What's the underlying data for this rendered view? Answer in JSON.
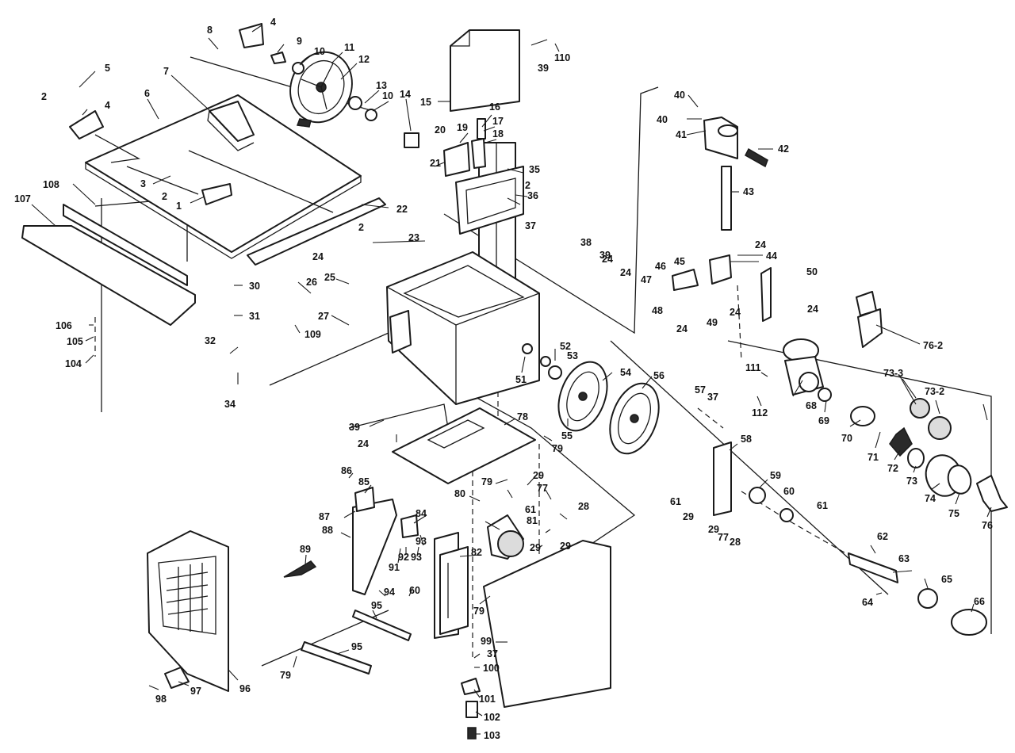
{
  "callouts": [
    {
      "id": "p1",
      "text": "1"
    },
    {
      "id": "p2a",
      "text": "2"
    },
    {
      "id": "p2b",
      "text": "2"
    },
    {
      "id": "p2c",
      "text": "2"
    },
    {
      "id": "p2d",
      "text": "2"
    },
    {
      "id": "p3",
      "text": "3"
    },
    {
      "id": "p4a",
      "text": "4"
    },
    {
      "id": "p4b",
      "text": "4"
    },
    {
      "id": "p5",
      "text": "5"
    },
    {
      "id": "p6",
      "text": "6"
    },
    {
      "id": "p7",
      "text": "7"
    },
    {
      "id": "p8",
      "text": "8"
    },
    {
      "id": "p9",
      "text": "9"
    },
    {
      "id": "p10a",
      "text": "10"
    },
    {
      "id": "p10b",
      "text": "10"
    },
    {
      "id": "p11",
      "text": "11"
    },
    {
      "id": "p12",
      "text": "12"
    },
    {
      "id": "p13",
      "text": "13"
    },
    {
      "id": "p14",
      "text": "14"
    },
    {
      "id": "p15",
      "text": "15"
    },
    {
      "id": "p16",
      "text": "16"
    },
    {
      "id": "p17",
      "text": "17"
    },
    {
      "id": "p18",
      "text": "18"
    },
    {
      "id": "p19",
      "text": "19"
    },
    {
      "id": "p20",
      "text": "20"
    },
    {
      "id": "p21",
      "text": "21"
    },
    {
      "id": "p22",
      "text": "22"
    },
    {
      "id": "p23",
      "text": "23"
    },
    {
      "id": "p24a",
      "text": "24"
    },
    {
      "id": "p24b",
      "text": "24"
    },
    {
      "id": "p24c",
      "text": "24"
    },
    {
      "id": "p24d",
      "text": "24"
    },
    {
      "id": "p24e",
      "text": "24"
    },
    {
      "id": "p24f",
      "text": "24"
    },
    {
      "id": "p24g",
      "text": "24"
    },
    {
      "id": "p24h",
      "text": "24"
    },
    {
      "id": "p25",
      "text": "25"
    },
    {
      "id": "p26",
      "text": "26"
    },
    {
      "id": "p27",
      "text": "27"
    },
    {
      "id": "p28a",
      "text": "28"
    },
    {
      "id": "p28b",
      "text": "28"
    },
    {
      "id": "p29a",
      "text": "29"
    },
    {
      "id": "p29b",
      "text": "29"
    },
    {
      "id": "p29c",
      "text": "29"
    },
    {
      "id": "p29d",
      "text": "29"
    },
    {
      "id": "p29e",
      "text": "29"
    },
    {
      "id": "p30",
      "text": "30"
    },
    {
      "id": "p31",
      "text": "31"
    },
    {
      "id": "p32",
      "text": "32"
    },
    {
      "id": "p34",
      "text": "34"
    },
    {
      "id": "p35",
      "text": "35"
    },
    {
      "id": "p36",
      "text": "36"
    },
    {
      "id": "p37a",
      "text": "37"
    },
    {
      "id": "p37b",
      "text": "37"
    },
    {
      "id": "p37c",
      "text": "37"
    },
    {
      "id": "p38",
      "text": "38"
    },
    {
      "id": "p39a",
      "text": "39"
    },
    {
      "id": "p39b",
      "text": "39"
    },
    {
      "id": "p39c",
      "text": "39"
    },
    {
      "id": "p40a",
      "text": "40"
    },
    {
      "id": "p40b",
      "text": "40"
    },
    {
      "id": "p41",
      "text": "41"
    },
    {
      "id": "p42",
      "text": "42"
    },
    {
      "id": "p43",
      "text": "43"
    },
    {
      "id": "p44",
      "text": "44"
    },
    {
      "id": "p45",
      "text": "45"
    },
    {
      "id": "p46",
      "text": "46"
    },
    {
      "id": "p47",
      "text": "47"
    },
    {
      "id": "p48",
      "text": "48"
    },
    {
      "id": "p49",
      "text": "49"
    },
    {
      "id": "p50",
      "text": "50"
    },
    {
      "id": "p51",
      "text": "51"
    },
    {
      "id": "p52",
      "text": "52"
    },
    {
      "id": "p53",
      "text": "53"
    },
    {
      "id": "p54",
      "text": "54"
    },
    {
      "id": "p55",
      "text": "55"
    },
    {
      "id": "p56",
      "text": "56"
    },
    {
      "id": "p57",
      "text": "57"
    },
    {
      "id": "p58",
      "text": "58"
    },
    {
      "id": "p59",
      "text": "59"
    },
    {
      "id": "p60a",
      "text": "60"
    },
    {
      "id": "p60b",
      "text": "60"
    },
    {
      "id": "p61a",
      "text": "61"
    },
    {
      "id": "p61b",
      "text": "61"
    },
    {
      "id": "p61c",
      "text": "61"
    },
    {
      "id": "p62",
      "text": "62"
    },
    {
      "id": "p63",
      "text": "63"
    },
    {
      "id": "p64",
      "text": "64"
    },
    {
      "id": "p65",
      "text": "65"
    },
    {
      "id": "p66",
      "text": "66"
    },
    {
      "id": "p68",
      "text": "68"
    },
    {
      "id": "p69",
      "text": "69"
    },
    {
      "id": "p70",
      "text": "70"
    },
    {
      "id": "p71",
      "text": "71"
    },
    {
      "id": "p72",
      "text": "72"
    },
    {
      "id": "p73",
      "text": "73"
    },
    {
      "id": "p73_2",
      "text": "73-2"
    },
    {
      "id": "p73_3",
      "text": "73-3"
    },
    {
      "id": "p74",
      "text": "74"
    },
    {
      "id": "p75",
      "text": "75"
    },
    {
      "id": "p76",
      "text": "76"
    },
    {
      "id": "p76_2",
      "text": "76-2"
    },
    {
      "id": "p77a",
      "text": "77"
    },
    {
      "id": "p77b",
      "text": "77"
    },
    {
      "id": "p78",
      "text": "78"
    },
    {
      "id": "p79a",
      "text": "79"
    },
    {
      "id": "p79b",
      "text": "79"
    },
    {
      "id": "p79c",
      "text": "79"
    },
    {
      "id": "p79d",
      "text": "79"
    },
    {
      "id": "p80",
      "text": "80"
    },
    {
      "id": "p81",
      "text": "81"
    },
    {
      "id": "p82",
      "text": "82"
    },
    {
      "id": "p84",
      "text": "84"
    },
    {
      "id": "p85",
      "text": "85"
    },
    {
      "id": "p86",
      "text": "86"
    },
    {
      "id": "p87",
      "text": "87"
    },
    {
      "id": "p88",
      "text": "88"
    },
    {
      "id": "p89",
      "text": "89"
    },
    {
      "id": "p91",
      "text": "91"
    },
    {
      "id": "p92",
      "text": "92"
    },
    {
      "id": "p93a",
      "text": "93"
    },
    {
      "id": "p93b",
      "text": "93"
    },
    {
      "id": "p94",
      "text": "94"
    },
    {
      "id": "p95a",
      "text": "95"
    },
    {
      "id": "p95b",
      "text": "95"
    },
    {
      "id": "p96",
      "text": "96"
    },
    {
      "id": "p97",
      "text": "97"
    },
    {
      "id": "p98",
      "text": "98"
    },
    {
      "id": "p99",
      "text": "99"
    },
    {
      "id": "p100",
      "text": "100"
    },
    {
      "id": "p101",
      "text": "101"
    },
    {
      "id": "p102",
      "text": "102"
    },
    {
      "id": "p103",
      "text": "103"
    },
    {
      "id": "p104",
      "text": "104"
    },
    {
      "id": "p105",
      "text": "105"
    },
    {
      "id": "p106",
      "text": "106"
    },
    {
      "id": "p107",
      "text": "107"
    },
    {
      "id": "p108",
      "text": "108"
    },
    {
      "id": "p109",
      "text": "109"
    },
    {
      "id": "p110",
      "text": "110"
    },
    {
      "id": "p111",
      "text": "111"
    },
    {
      "id": "p112",
      "text": "112"
    }
  ]
}
